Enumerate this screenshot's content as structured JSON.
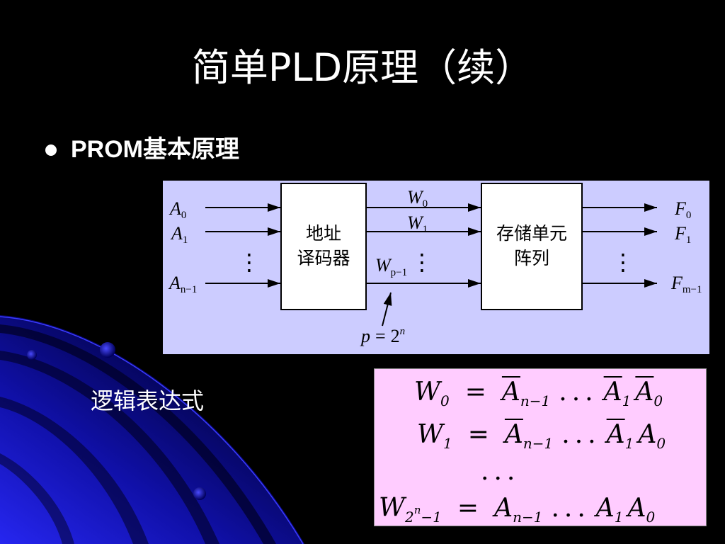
{
  "slide": {
    "title": "简单PLD原理（续）",
    "bullet": "PROM基本原理",
    "subheading": "逻辑表达式"
  },
  "diagram": {
    "decoder": [
      "地址",
      "译码器"
    ],
    "memory_array": [
      "存储单元",
      "阵列"
    ],
    "inputs": [
      {
        "var": "A",
        "sub": "0"
      },
      {
        "var": "A",
        "sub": "1"
      },
      {
        "var": "A",
        "sub": "n−1"
      }
    ],
    "word_lines": [
      {
        "var": "W",
        "sub": "0"
      },
      {
        "var": "W",
        "sub": "1"
      },
      {
        "var": "W",
        "sub": "p−1"
      }
    ],
    "outputs": [
      {
        "var": "F",
        "sub": "0"
      },
      {
        "var": "F",
        "sub": "1"
      },
      {
        "var": "F",
        "sub": "m−1"
      }
    ],
    "vertical_ellipsis": "⋮",
    "note": {
      "lhs": "p",
      "eq": "=",
      "base": "2",
      "exp": "n"
    }
  },
  "equations": [
    {
      "lhs": {
        "var": "W",
        "sub": "0"
      },
      "eq": "=",
      "dots": "...",
      "terms": [
        {
          "var": "A",
          "sub": "n−1",
          "bar": true
        },
        {
          "var": "A",
          "sub": "1",
          "bar": true
        },
        {
          "var": "A",
          "sub": "0",
          "bar": true
        }
      ]
    },
    {
      "lhs": {
        "var": "W",
        "sub": "1"
      },
      "eq": "=",
      "dots": "...",
      "terms": [
        {
          "var": "A",
          "sub": "n−1",
          "bar": true
        },
        {
          "var": "A",
          "sub": "1",
          "bar": true
        },
        {
          "var": "A",
          "sub": "0",
          "bar": false
        }
      ]
    },
    {
      "ellipsis": "..."
    },
    {
      "lhs": {
        "var": "W",
        "sub": "2",
        "sub_sup": "n",
        "sub_tail": "−1"
      },
      "eq": "=",
      "dots": "...",
      "terms": [
        {
          "var": "A",
          "sub": "n−1",
          "bar": false
        },
        {
          "var": "A",
          "sub": "1",
          "bar": false
        },
        {
          "var": "A",
          "sub": "0",
          "bar": false
        }
      ]
    }
  ],
  "colors": {
    "background": "#000000",
    "text": "#ffffff",
    "diagram_background": "#ccccff",
    "formula_background": "#ffccff",
    "swirl": "#1f1fe0"
  }
}
